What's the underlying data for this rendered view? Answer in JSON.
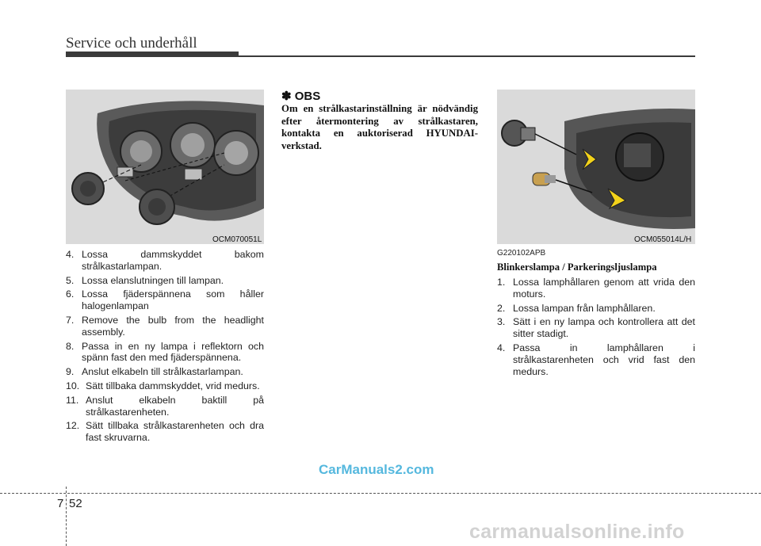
{
  "header": {
    "title": "Service och underhåll"
  },
  "figures": [
    {
      "code": "OCM070051L"
    },
    {
      "code": "OCM055014L/H"
    }
  ],
  "left_steps": [
    {
      "num": "4.",
      "text": "Lossa dammskyddet bakom strålkastarlampan."
    },
    {
      "num": "5.",
      "text": "Lossa elanslutningen till lampan."
    },
    {
      "num": "6.",
      "text": "Lossa fjäderspännena som håller halogenlampan"
    },
    {
      "num": "7.",
      "text": "Remove the bulb from the headlight assembly."
    },
    {
      "num": "8.",
      "text": "Passa in en ny lampa i reflektorn och spänn fast den med fjäderspännena."
    },
    {
      "num": "9.",
      "text": "Anslut elkabeln till strålkastarlampan."
    },
    {
      "num": "10.",
      "text": "Sätt tillbaka dammskyddet, vrid medurs."
    },
    {
      "num": "11.",
      "text": "Anslut elkabeln baktill på strålkastarenheten."
    },
    {
      "num": "12.",
      "text": "Sätt tillbaka strålkastarenheten och dra fast skruvarna."
    }
  ],
  "obs": {
    "title": "✽ OBS",
    "text": "Om en strålkastarinställning är nödvändig efter återmontering av strålkastaren, kontakta en auktoriserad HYUNDAI-verkstad."
  },
  "right_section": {
    "code": "G220102APB",
    "heading": "Blinkerslampa / Parkeringsljuslampa",
    "steps": [
      {
        "num": "1.",
        "text": "Lossa lamphållaren genom att vrida den moturs."
      },
      {
        "num": "2.",
        "text": "Lossa lampan från lamphållaren."
      },
      {
        "num": "3.",
        "text": "Sätt i en ny lampa och kontrollera att det sitter stadigt."
      },
      {
        "num": "4.",
        "text": "Passa in lamphållaren i strålkastarenheten och vrid fast den medurs."
      }
    ]
  },
  "footer": {
    "chapter": "7",
    "page": "52"
  },
  "watermarks": {
    "top": "CarManuals2.com",
    "bottom": "carmanualsonline.info"
  },
  "colors": {
    "rule": "#3a3a3a",
    "watermark_top": "#55b8de",
    "watermark_bottom": "#d2d2d2",
    "arrow_yellow": "#f2d21a"
  }
}
